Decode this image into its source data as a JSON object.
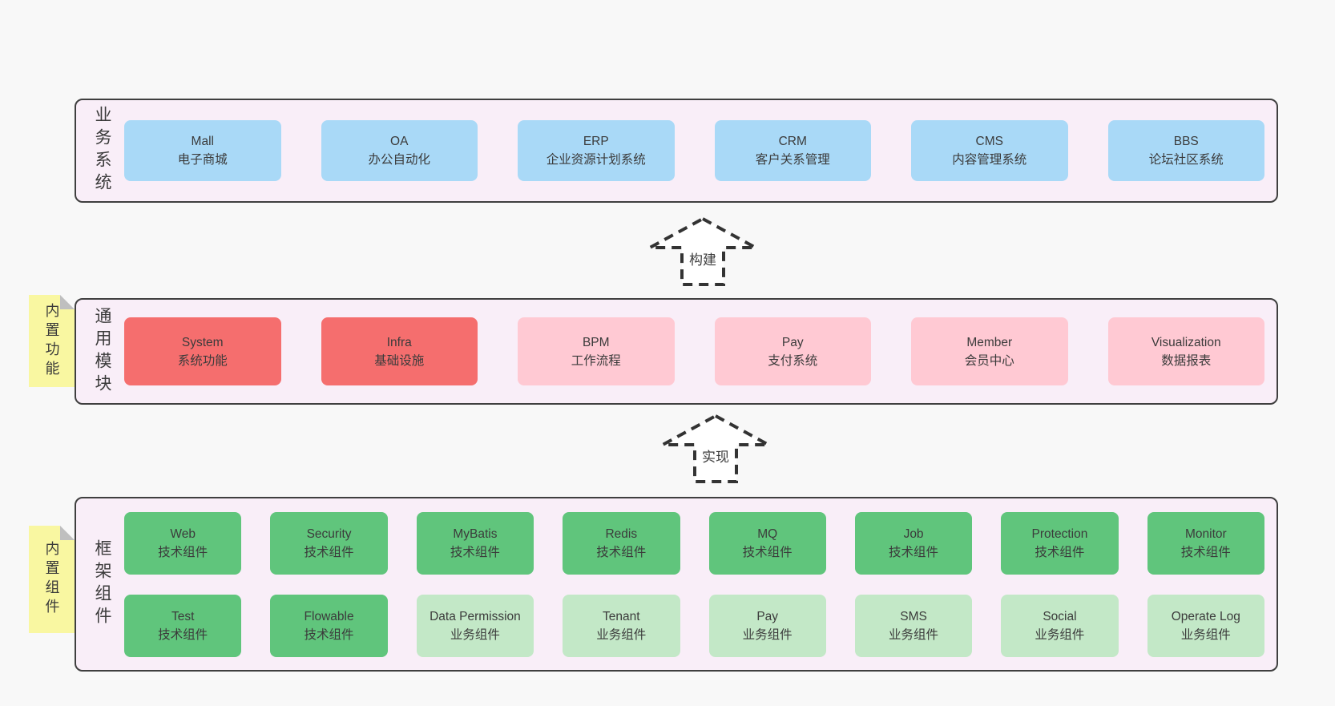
{
  "colors": {
    "page_bg": "#f8f8f8",
    "panel_bg": "#f9eef8",
    "panel_border": "#3f3f3f",
    "blue_box": "#a9d9f7",
    "red_box": "#f56e6e",
    "pink_box": "#ffc9d3",
    "green_box": "#60c57c",
    "light_green_box": "#c3e8c7",
    "note_yellow": "#f9f7a1"
  },
  "business_section": {
    "label": "业务系统",
    "boxes": [
      {
        "en": "Mall",
        "zh": "电子商城",
        "variant": "blue"
      },
      {
        "en": "OA",
        "zh": "办公自动化",
        "variant": "blue"
      },
      {
        "en": "ERP",
        "zh": "企业资源计划系统",
        "variant": "blue"
      },
      {
        "en": "CRM",
        "zh": "客户关系管理",
        "variant": "blue"
      },
      {
        "en": "CMS",
        "zh": "内容管理系统",
        "variant": "blue"
      },
      {
        "en": "BBS",
        "zh": "论坛社区系统",
        "variant": "blue"
      }
    ]
  },
  "arrow_build": {
    "label": "构建"
  },
  "modules_section": {
    "label": "通用模块",
    "note": "内置功能",
    "boxes": [
      {
        "en": "System",
        "zh": "系统功能",
        "variant": "red"
      },
      {
        "en": "Infra",
        "zh": "基础设施",
        "variant": "red"
      },
      {
        "en": "BPM",
        "zh": "工作流程",
        "variant": "pink"
      },
      {
        "en": "Pay",
        "zh": "支付系统",
        "variant": "pink"
      },
      {
        "en": "Member",
        "zh": "会员中心",
        "variant": "pink"
      },
      {
        "en": "Visualization",
        "zh": "数据报表",
        "variant": "pink"
      }
    ]
  },
  "arrow_implement": {
    "label": "实现"
  },
  "components_section": {
    "label": "框架组件",
    "note": "内置组件",
    "row1": [
      {
        "en": "Web",
        "zh": "技术组件",
        "variant": "green"
      },
      {
        "en": "Security",
        "zh": "技术组件",
        "variant": "green"
      },
      {
        "en": "MyBatis",
        "zh": "技术组件",
        "variant": "green"
      },
      {
        "en": "Redis",
        "zh": "技术组件",
        "variant": "green"
      },
      {
        "en": "MQ",
        "zh": "技术组件",
        "variant": "green"
      },
      {
        "en": "Job",
        "zh": "技术组件",
        "variant": "green"
      },
      {
        "en": "Protection",
        "zh": "技术组件",
        "variant": "green"
      },
      {
        "en": "Monitor",
        "zh": "技术组件",
        "variant": "green"
      }
    ],
    "row2": [
      {
        "en": "Test",
        "zh": "技术组件",
        "variant": "green"
      },
      {
        "en": "Flowable",
        "zh": "技术组件",
        "variant": "green"
      },
      {
        "en": "Data Permission",
        "zh": "业务组件",
        "variant": "lightgreen"
      },
      {
        "en": "Tenant",
        "zh": "业务组件",
        "variant": "lightgreen"
      },
      {
        "en": "Pay",
        "zh": "业务组件",
        "variant": "lightgreen"
      },
      {
        "en": "SMS",
        "zh": "业务组件",
        "variant": "lightgreen"
      },
      {
        "en": "Social",
        "zh": "业务组件",
        "variant": "lightgreen"
      },
      {
        "en": "Operate Log",
        "zh": "业务组件",
        "variant": "lightgreen"
      }
    ]
  }
}
